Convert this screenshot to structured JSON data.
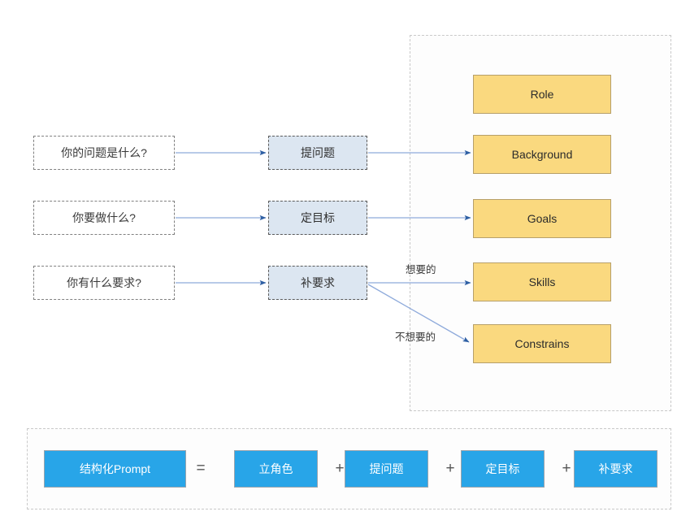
{
  "diagram": {
    "title": "Structured Prompt composition diagram",
    "colors": {
      "question_fill": "#ffffff",
      "question_border": "#808080",
      "step_fill": "#dce6f1",
      "step_border": "#5a5a5a",
      "component_fill": "#fad97f",
      "component_border": "#b7a06a",
      "formula_fill": "#28a5e8",
      "formula_text": "#ffffff",
      "arrow_line": "#8eaadb",
      "arrow_head": "#2e5fa3",
      "container_border": "#c9c9c9",
      "page_background": "#ffffff"
    },
    "questions": [
      {
        "label": "你的问题是什么?"
      },
      {
        "label": "你要做什么?"
      },
      {
        "label": "你有什么要求?"
      }
    ],
    "steps": [
      {
        "label": "提问题"
      },
      {
        "label": "定目标"
      },
      {
        "label": "补要求"
      }
    ],
    "components": [
      {
        "label": "Role"
      },
      {
        "label": "Background"
      },
      {
        "label": "Goals"
      },
      {
        "label": "Skills"
      },
      {
        "label": "Constrains"
      }
    ],
    "edge_labels": [
      {
        "label": "想要的"
      },
      {
        "label": "不想要的"
      }
    ],
    "formula": {
      "result": "结构化Prompt",
      "equals": "=",
      "plus": "+",
      "terms": [
        {
          "label": "立角色"
        },
        {
          "label": "提问题"
        },
        {
          "label": "定目标"
        },
        {
          "label": "补要求"
        }
      ]
    }
  }
}
